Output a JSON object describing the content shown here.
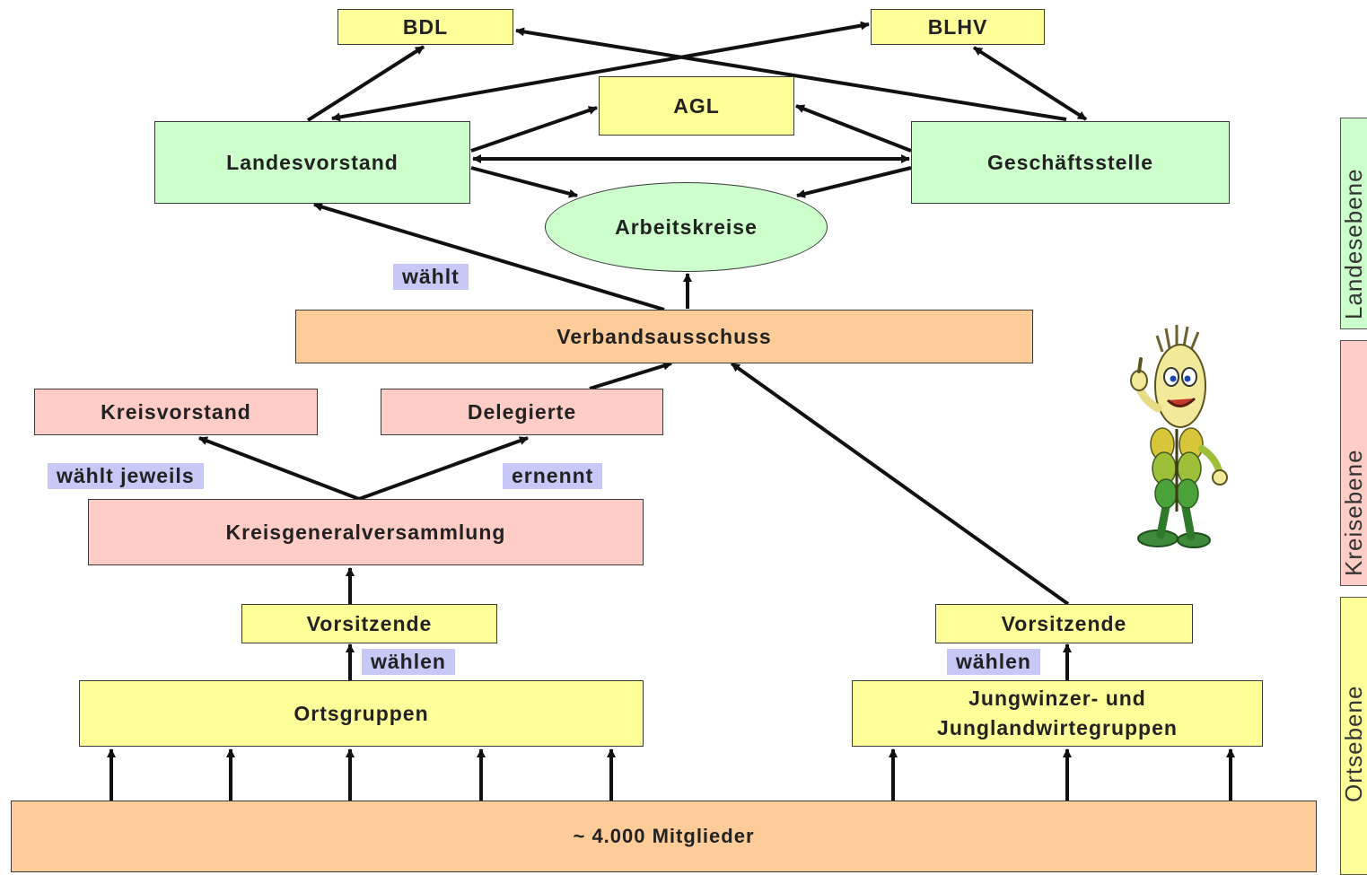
{
  "nodes": {
    "bdl": "BDL",
    "blhv": "BLHV",
    "agl": "AGL",
    "landesvorstand": "Landesvorstand",
    "geschaeftsstelle": "Geschäftsstelle",
    "arbeitskreise": "Arbeitskreise",
    "verbandsausschuss": "Verbandsausschuss",
    "kreisvorstand": "Kreisvorstand",
    "delegierte": "Delegierte",
    "kreisgeneralversammlung": "Kreisgeneralversammlung",
    "vorsitzende_left": "Vorsitzende",
    "vorsitzende_right": "Vorsitzende",
    "ortsgruppen": "Ortsgruppen",
    "jungwinzer_line1": "Jungwinzer- und",
    "jungwinzer_line2": "Junglandwirtegruppen",
    "mitglieder": "~ 4.000 Mitglieder"
  },
  "labels": {
    "waehlt": "wählt",
    "waehlt_jeweils": "wählt jeweils",
    "ernennt": "ernennt",
    "waehlen_left": "wählen",
    "waehlen_right": "wählen"
  },
  "levels": {
    "landesebene": "Landesebene",
    "kreisebene": "Kreisebene",
    "ortsebene": "Ortsebene"
  },
  "colors": {
    "yellow": "#ffff99",
    "green": "#ccffcc",
    "pink": "#ffccc6",
    "orange": "#fdcc98",
    "label_bg": "#c8c8f6"
  }
}
